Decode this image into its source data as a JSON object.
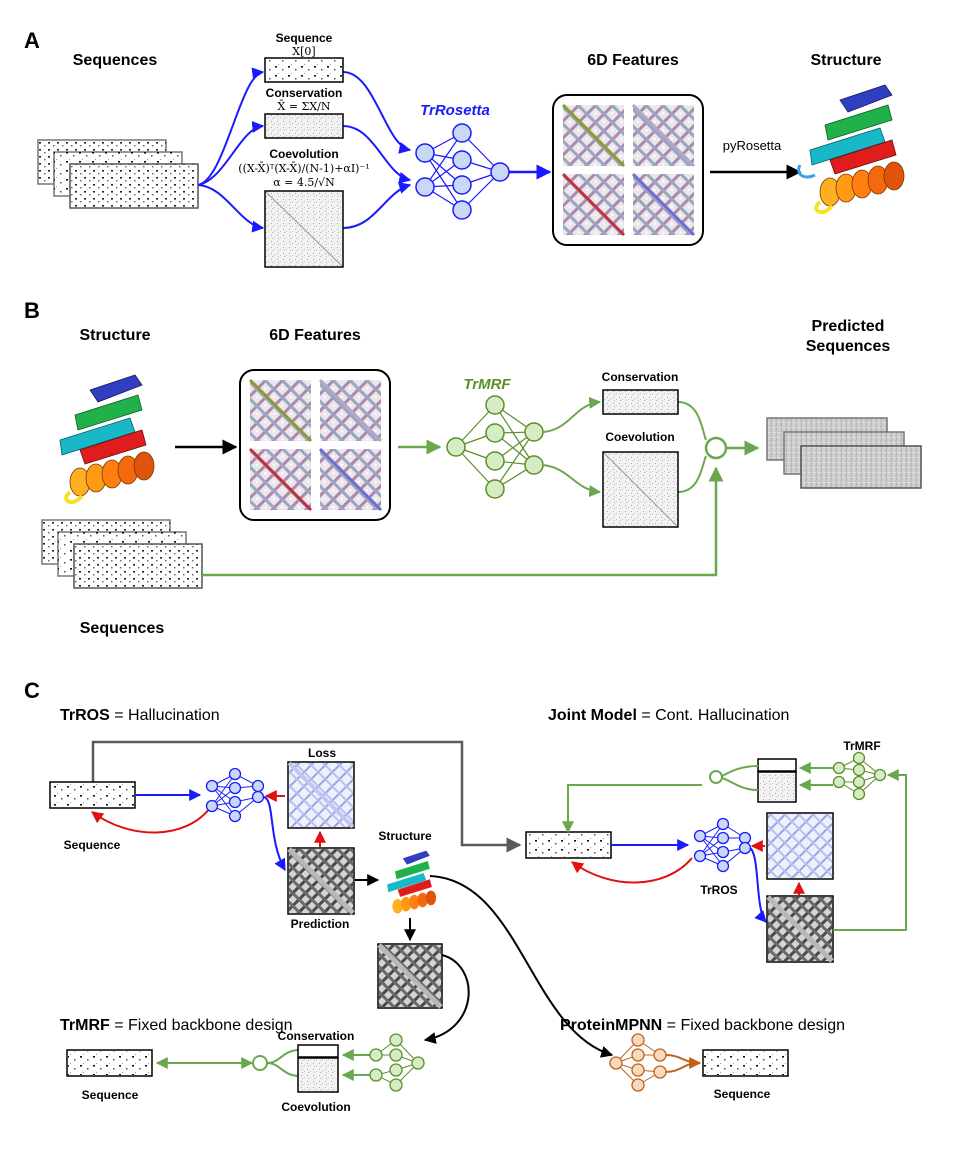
{
  "panels": {
    "a": {
      "letter": "A",
      "sequences": "Sequences",
      "sequence_label": "Sequence",
      "sequence_formula": "X[0]",
      "conservation_label": "Conservation",
      "conservation_formula": "X̄ = ΣX/N",
      "coevolution_label": "Coevolution",
      "coevolution_formula_1": "((X-X̄)ᵀ(X-X̄)/(N-1)+αI)⁻¹",
      "coevolution_formula_2": "α = 4.5/√N",
      "model": "TrRosetta",
      "features": "6D Features",
      "pyrosetta": "pyRosetta",
      "structure": "Structure"
    },
    "b": {
      "letter": "B",
      "structure": "Structure",
      "features": "6D Features",
      "model": "TrMRF",
      "conservation": "Conservation",
      "coevolution": "Coevolution",
      "predicted_1": "Predicted",
      "predicted_2": "Sequences",
      "sequences": "Sequences"
    },
    "c": {
      "letter": "C",
      "trros_bold": "TrROS",
      "trros_rest": " = Hallucination",
      "joint_bold": "Joint Model",
      "joint_rest": " = Cont. Hallucination",
      "loss": "Loss",
      "sequence": "Sequence",
      "structure": "Structure",
      "prediction": "Prediction",
      "trmrf_small": "TrMRF",
      "trros_small": "TrROS",
      "trmrf_bold": "TrMRF",
      "trmrf_rest": " = Fixed backbone design",
      "conservation": "Conservation",
      "coevolution": "Coevolution",
      "sequence_left": "Sequence",
      "mpnn_bold": "ProteinMPNN",
      "mpnn_rest": " =  Fixed backbone design",
      "sequence_right": "Sequence"
    }
  },
  "colors": {
    "trrosetta": "#1a1aff",
    "trmrf": "#5b8f2a",
    "mpnn": "#c0631a",
    "gradient": "#e01010",
    "link": "#5a5a5a"
  }
}
